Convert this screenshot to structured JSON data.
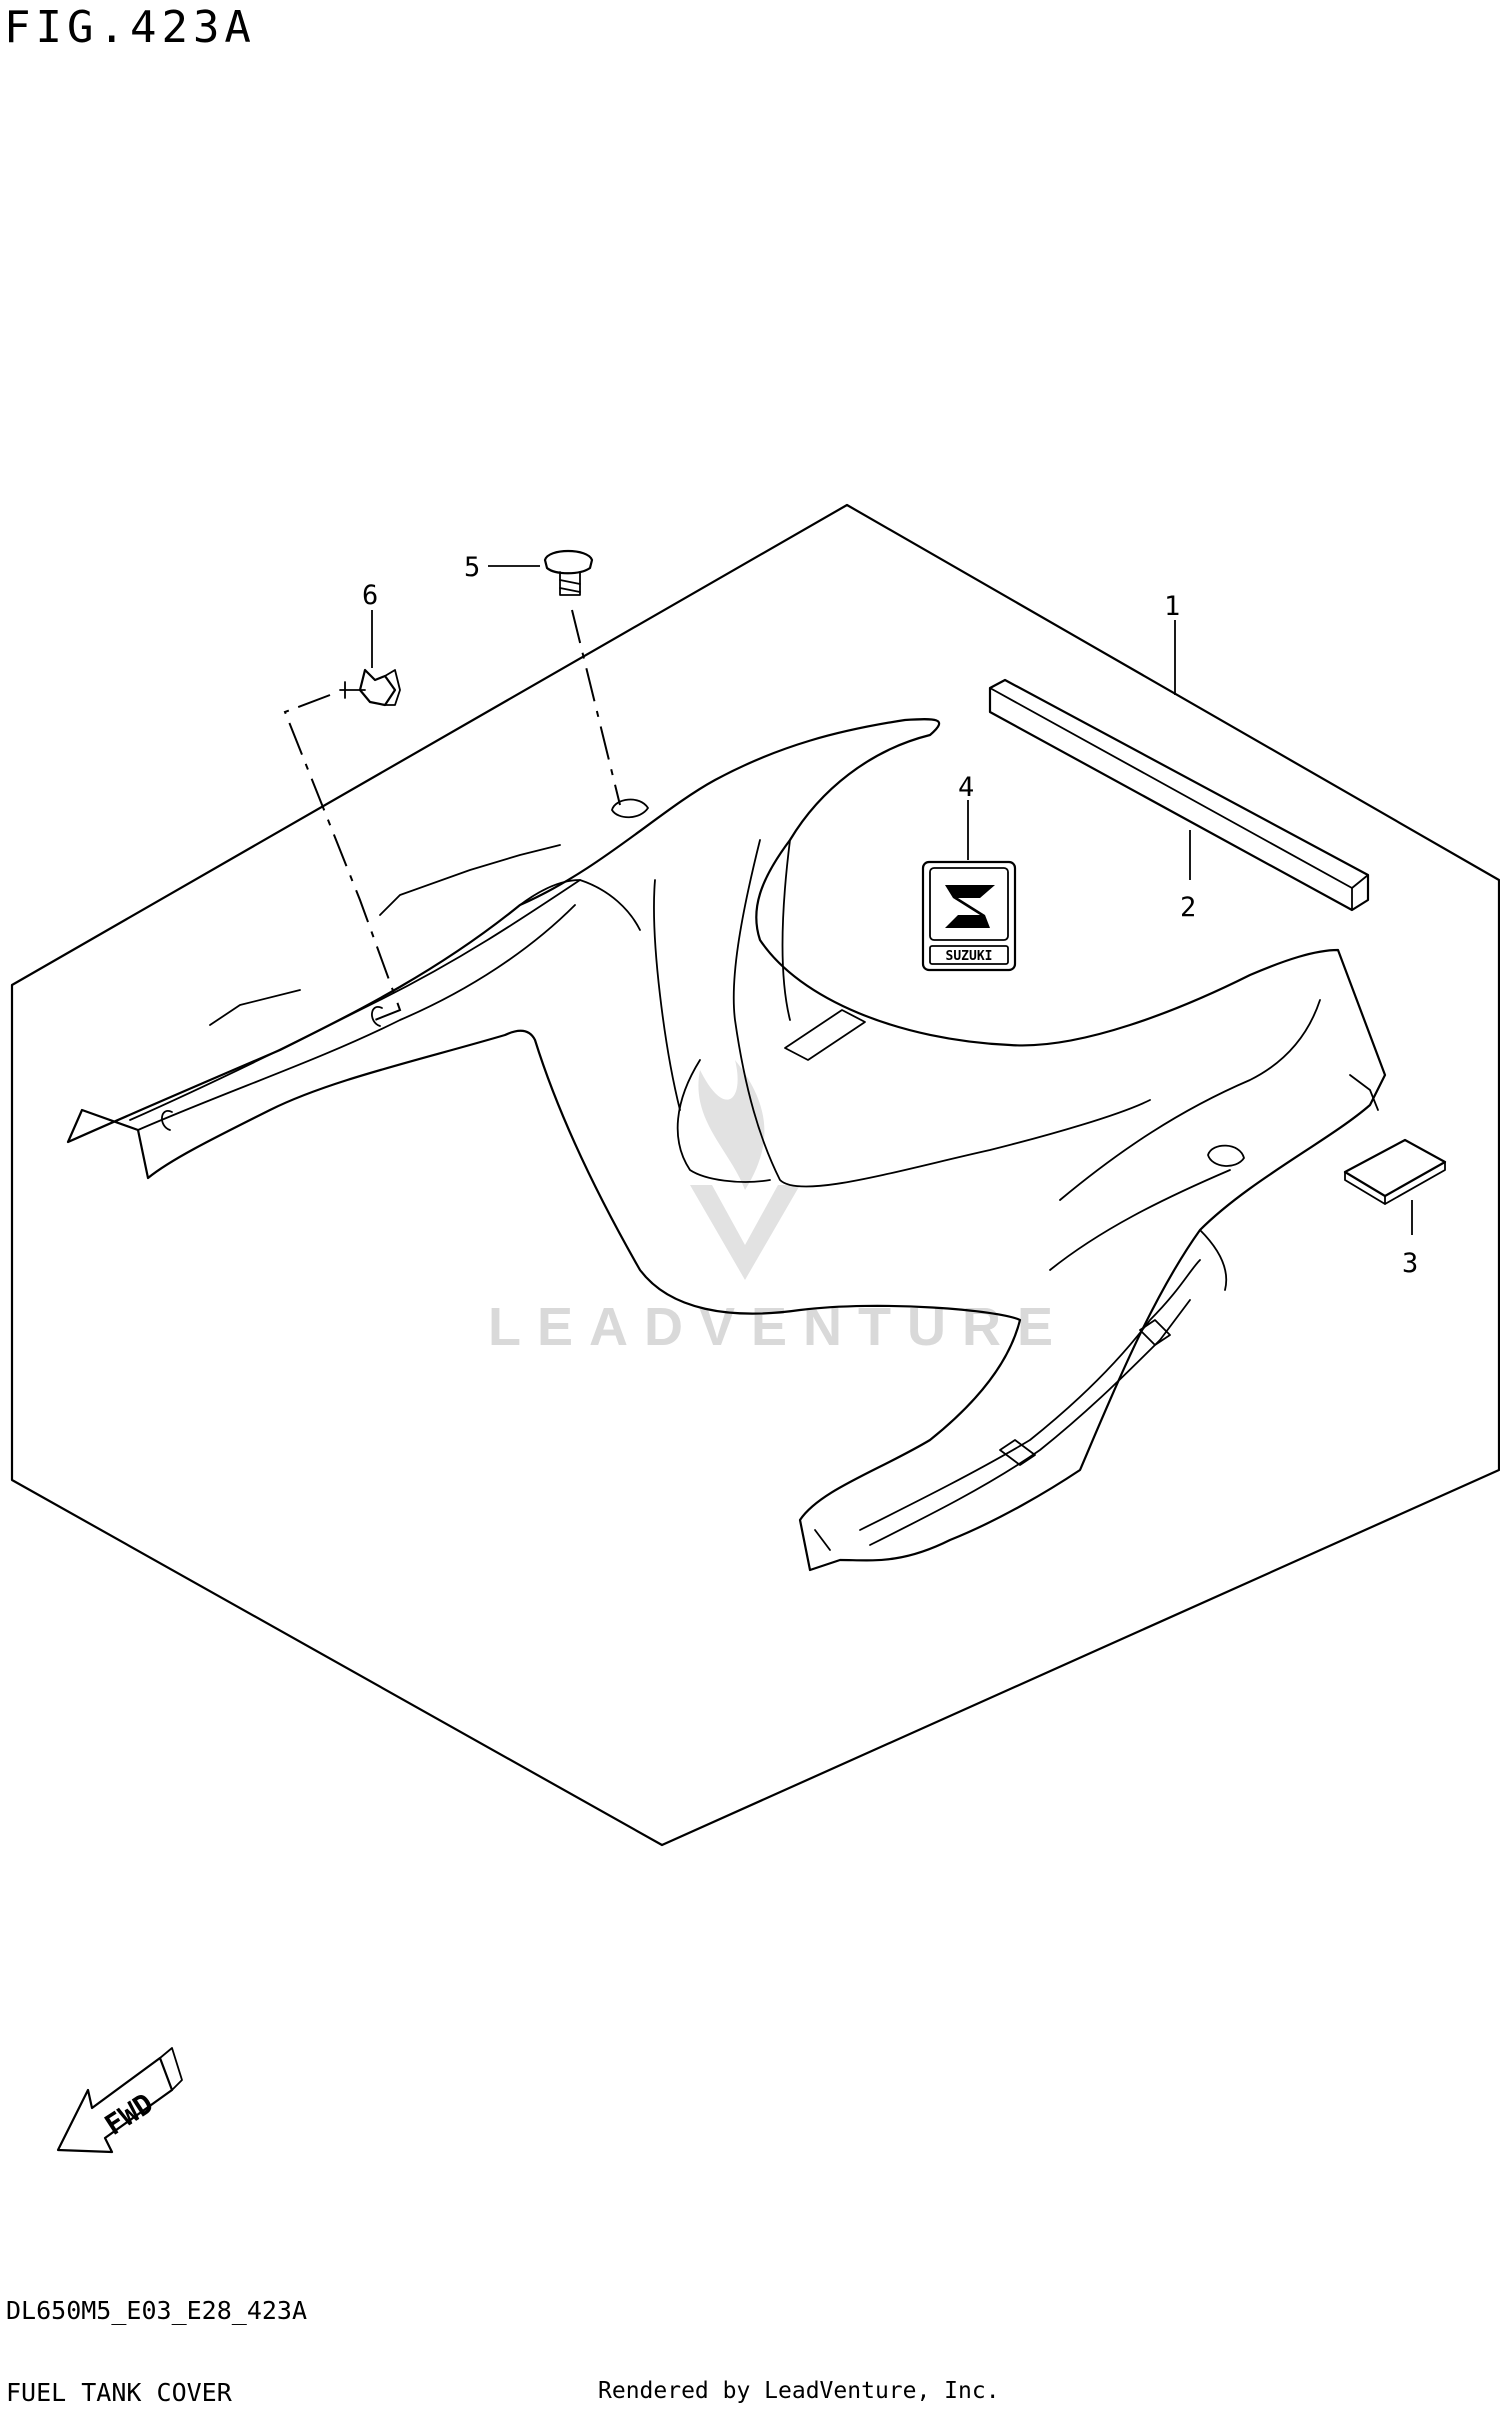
{
  "figure": {
    "title": "FIG.423A"
  },
  "callouts": [
    {
      "id": "1",
      "label": "1"
    },
    {
      "id": "2",
      "label": "2"
    },
    {
      "id": "3",
      "label": "3"
    },
    {
      "id": "4",
      "label": "4"
    },
    {
      "id": "5",
      "label": "5"
    },
    {
      "id": "6",
      "label": "6"
    }
  ],
  "emblem_text": "SUZUKI",
  "arrow_text": "FWD",
  "watermark_text": "LEADVENTURE",
  "footer": {
    "code": "DL650M5_E03_E28_423A",
    "caption": "FUEL TANK COVER",
    "credit": "Rendered by LeadVenture, Inc."
  },
  "colors": {
    "ink": "#000000",
    "background": "#ffffff",
    "watermark": "#d9d9d9"
  }
}
